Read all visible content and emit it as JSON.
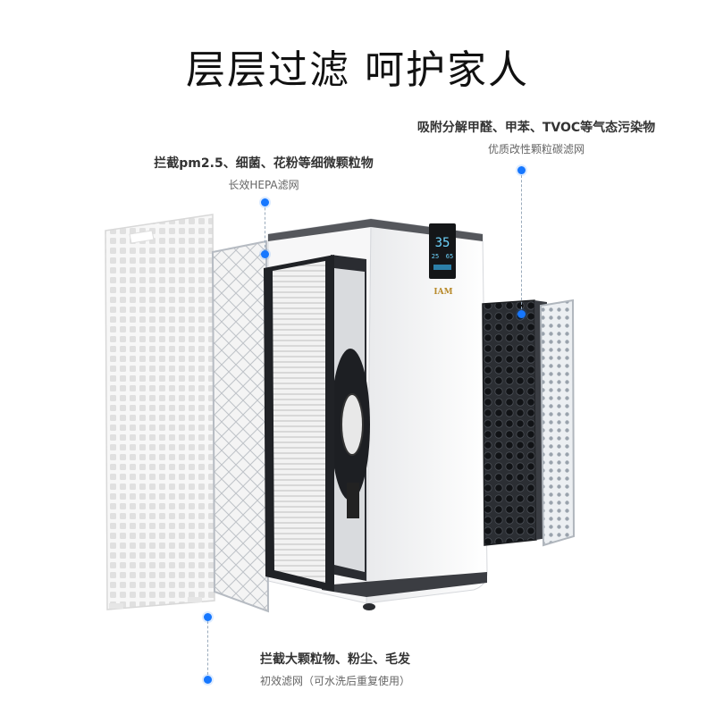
{
  "headline": "层层过滤  呵护家人",
  "callouts": {
    "hepa": {
      "main": "拦截pm2.5、细菌、花粉等细微颗粒物",
      "sub": "长效HEPA滤网"
    },
    "carbon": {
      "main": "吸附分解甲醛、甲苯、TVOC等气态污染物",
      "sub": "优质改性颗粒碳滤网"
    },
    "prefilter": {
      "main": "拦截大颗粒物、粉尘、毛发",
      "sub": "初效滤网（可水洗后重复使用）"
    }
  },
  "device": {
    "brand": "IAM",
    "display_primary": "35",
    "display_secondary": "25",
    "display_tertiary": "65"
  },
  "colors": {
    "accent": "#1677ff",
    "body": "#ffffff",
    "filter_dark": "#2b2e33"
  }
}
